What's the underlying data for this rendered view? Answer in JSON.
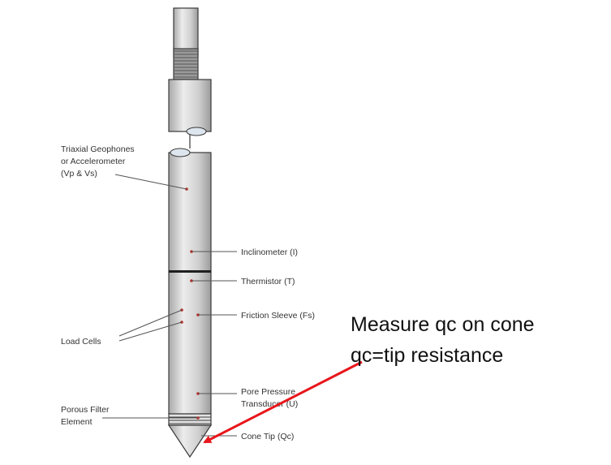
{
  "labels": {
    "geophones_line1": "Triaxial Geophones",
    "geophones_line2": "or Accelerometer",
    "geophones_line3": "(Vp & Vs)",
    "inclinometer": "Inclinometer (I)",
    "thermistor": "Thermistor (T)",
    "friction_sleeve": "Friction Sleeve (Fs)",
    "load_cells": "Load Cells",
    "pore_pressure_line1": "Pore Pressure",
    "pore_pressure_line2": "Transducer (U)",
    "porous_filter_line1": "Porous Filter",
    "porous_filter_line2": "Element",
    "cone_tip": "Cone Tip (Qc)"
  },
  "annotation": {
    "line1": "Measure qc on cone",
    "line2": "qc=tip resistance"
  },
  "colors": {
    "arrow": "#e8161b",
    "probe_fill": "#d6d6d6",
    "probe_stroke": "#3a3a3a",
    "leader": "#555555",
    "dot": "#b5302a"
  }
}
